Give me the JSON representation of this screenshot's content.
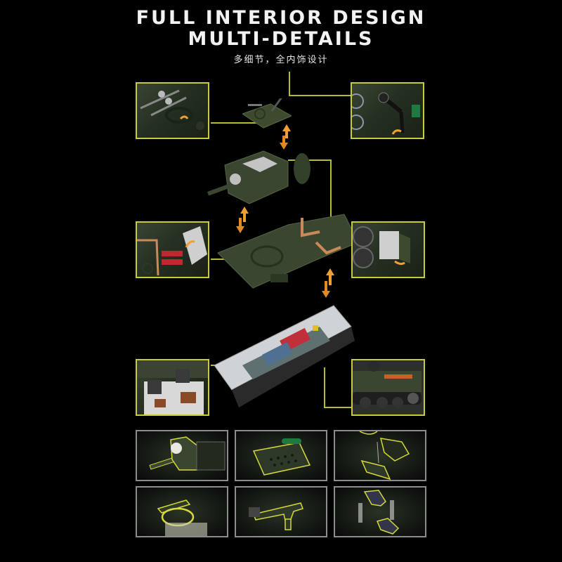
{
  "header": {
    "title_line1": "FULL INTERIOR DESIGN",
    "title_line2": "MULTI-DETAILS",
    "subtitle": "多细节，全内饰设计"
  },
  "colors": {
    "background": "#000000",
    "title_text": "#f2f2f2",
    "inset_border": "#c9cc3a",
    "connector_line": "#b8bb34",
    "grid_border": "#8c8c8c",
    "model_green": "#3d4a2e",
    "arrow_orange": "#f0a030",
    "copper": "#c98a58"
  },
  "callouts": [
    {
      "id": "hatch-machine-guns",
      "position": "top-left",
      "icon": "machine-gun-mount-icon"
    },
    {
      "id": "hatch-crank",
      "position": "top-right",
      "icon": "crank-handle-icon"
    },
    {
      "id": "engine-deck-radiator",
      "position": "mid-left",
      "icon": "radiator-hatch-icon"
    },
    {
      "id": "turret-interior-door",
      "position": "mid-right",
      "icon": "turret-door-icon"
    },
    {
      "id": "crew-compartment-seats",
      "position": "bottom-left",
      "icon": "crew-seats-icon"
    },
    {
      "id": "side-profile-exhaust",
      "position": "bottom-right",
      "icon": "tank-side-icon"
    }
  ],
  "exploded_parts": [
    {
      "id": "turret-hatch",
      "label": ""
    },
    {
      "id": "turret",
      "label": ""
    },
    {
      "id": "hull-deck",
      "label": ""
    },
    {
      "id": "chassis-tracks",
      "label": ""
    }
  ],
  "detail_grid": [
    {
      "id": "main-gun-searchlight",
      "icon": "cannon-icon"
    },
    {
      "id": "ammo-crate-canister",
      "icon": "crate-icon"
    },
    {
      "id": "driver-controls",
      "icon": "controls-icon"
    },
    {
      "id": "aa-machine-gun-ring",
      "icon": "ring-mount-icon"
    },
    {
      "id": "hull-machine-gun",
      "icon": "gun-icon"
    },
    {
      "id": "ammunition-racks",
      "icon": "ammo-rack-icon"
    }
  ]
}
